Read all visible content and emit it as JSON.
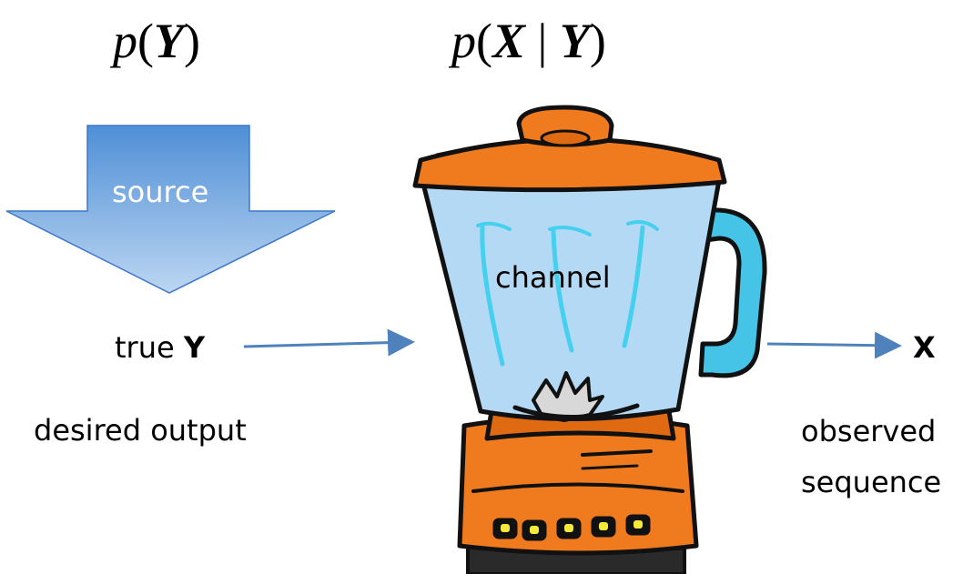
{
  "formulas": {
    "prior": {
      "func": "p",
      "var": "Y"
    },
    "likelihood": {
      "func": "p",
      "var1": "X",
      "sep": "|",
      "var2": "Y"
    }
  },
  "source_label": "source",
  "channel_label": "channel",
  "true_y": {
    "prefix": "true",
    "var": "Y"
  },
  "desired_output": "desired output",
  "x_label": "X",
  "observed_sequence": [
    "observed",
    "sequence"
  ],
  "colors": {
    "source_arrow": "#7aa7dc",
    "connector_arrow": "#4f81bd",
    "blender_orange": "#f07a1e",
    "blender_glass": "#b4d9f4",
    "handle": "#46c4e8"
  },
  "icons": [
    "blender-icon",
    "down-arrow-icon"
  ]
}
